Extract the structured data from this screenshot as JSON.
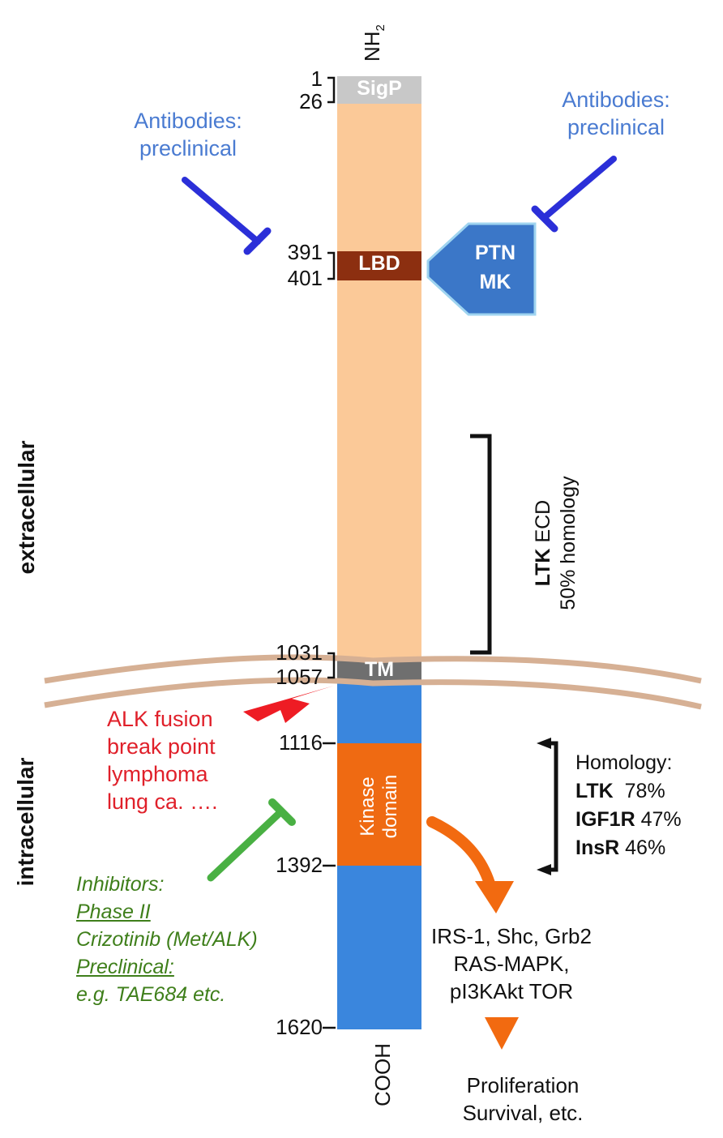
{
  "termini": {
    "n": "NH",
    "n_sub": "2",
    "c": "COOH"
  },
  "domains": {
    "sigp": "SigP",
    "lbd": "LBD",
    "tm": "TM",
    "kinase_line1": "Kinase",
    "kinase_line2": "domain"
  },
  "positions": {
    "p1": "1",
    "p26": "26",
    "p391": "391",
    "p401": "401",
    "p1031": "1031",
    "p1057": "1057",
    "p1116": "1116",
    "p1392": "1392",
    "p1620": "1620"
  },
  "ligand": {
    "line1": "PTN",
    "line2": "MK"
  },
  "antibodies_left": {
    "line1": "Antibodies:",
    "line2": "preclinical"
  },
  "antibodies_right": {
    "line1": "Antibodies:",
    "line2": "preclinical"
  },
  "regions": {
    "extracellular": "extracellular",
    "intracellular": "intracellular"
  },
  "ltk_ecd": {
    "bold": "LTK",
    "rest": " ECD",
    "line2": "50% homology"
  },
  "fusion": {
    "line1": "ALK fusion",
    "line2": "break point",
    "line3": "lymphoma",
    "line4": "lung ca. …."
  },
  "homology": {
    "title": "Homology:",
    "rows": [
      {
        "name": "LTK",
        "value": "  78%"
      },
      {
        "name": "IGF1R",
        "value": " 47%"
      },
      {
        "name": "InsR",
        "value": " 46%"
      }
    ]
  },
  "inhibitors": {
    "line1": "Inhibitors:",
    "line2": "Phase II",
    "line3": "Crizotinib (Met/ALK)",
    "line4": "Preclinical:",
    "line5": "e.g. TAE684 etc."
  },
  "signaling": {
    "line1": "IRS-1, Shc, Grb2",
    "line2": "RAS-MAPK,",
    "line3": "pI3KAkt TOR"
  },
  "outcome": {
    "line1": "Proliferation",
    "line2": "Survival, etc."
  },
  "colors": {
    "ecd": "#fbc998",
    "sigp": "#c8c8c8",
    "lbd": "#8c2f10",
    "tm": "#6f6f6f",
    "intracellular": "#3a86dd",
    "kinase": "#ef6a12",
    "ligand": "#3b77c8",
    "membrane": "#d6b094",
    "antibody": "#2b2fd8",
    "inhibitor": "#49b043",
    "signal_arrow": "#f26a10",
    "fusion": "#ee1c24"
  }
}
